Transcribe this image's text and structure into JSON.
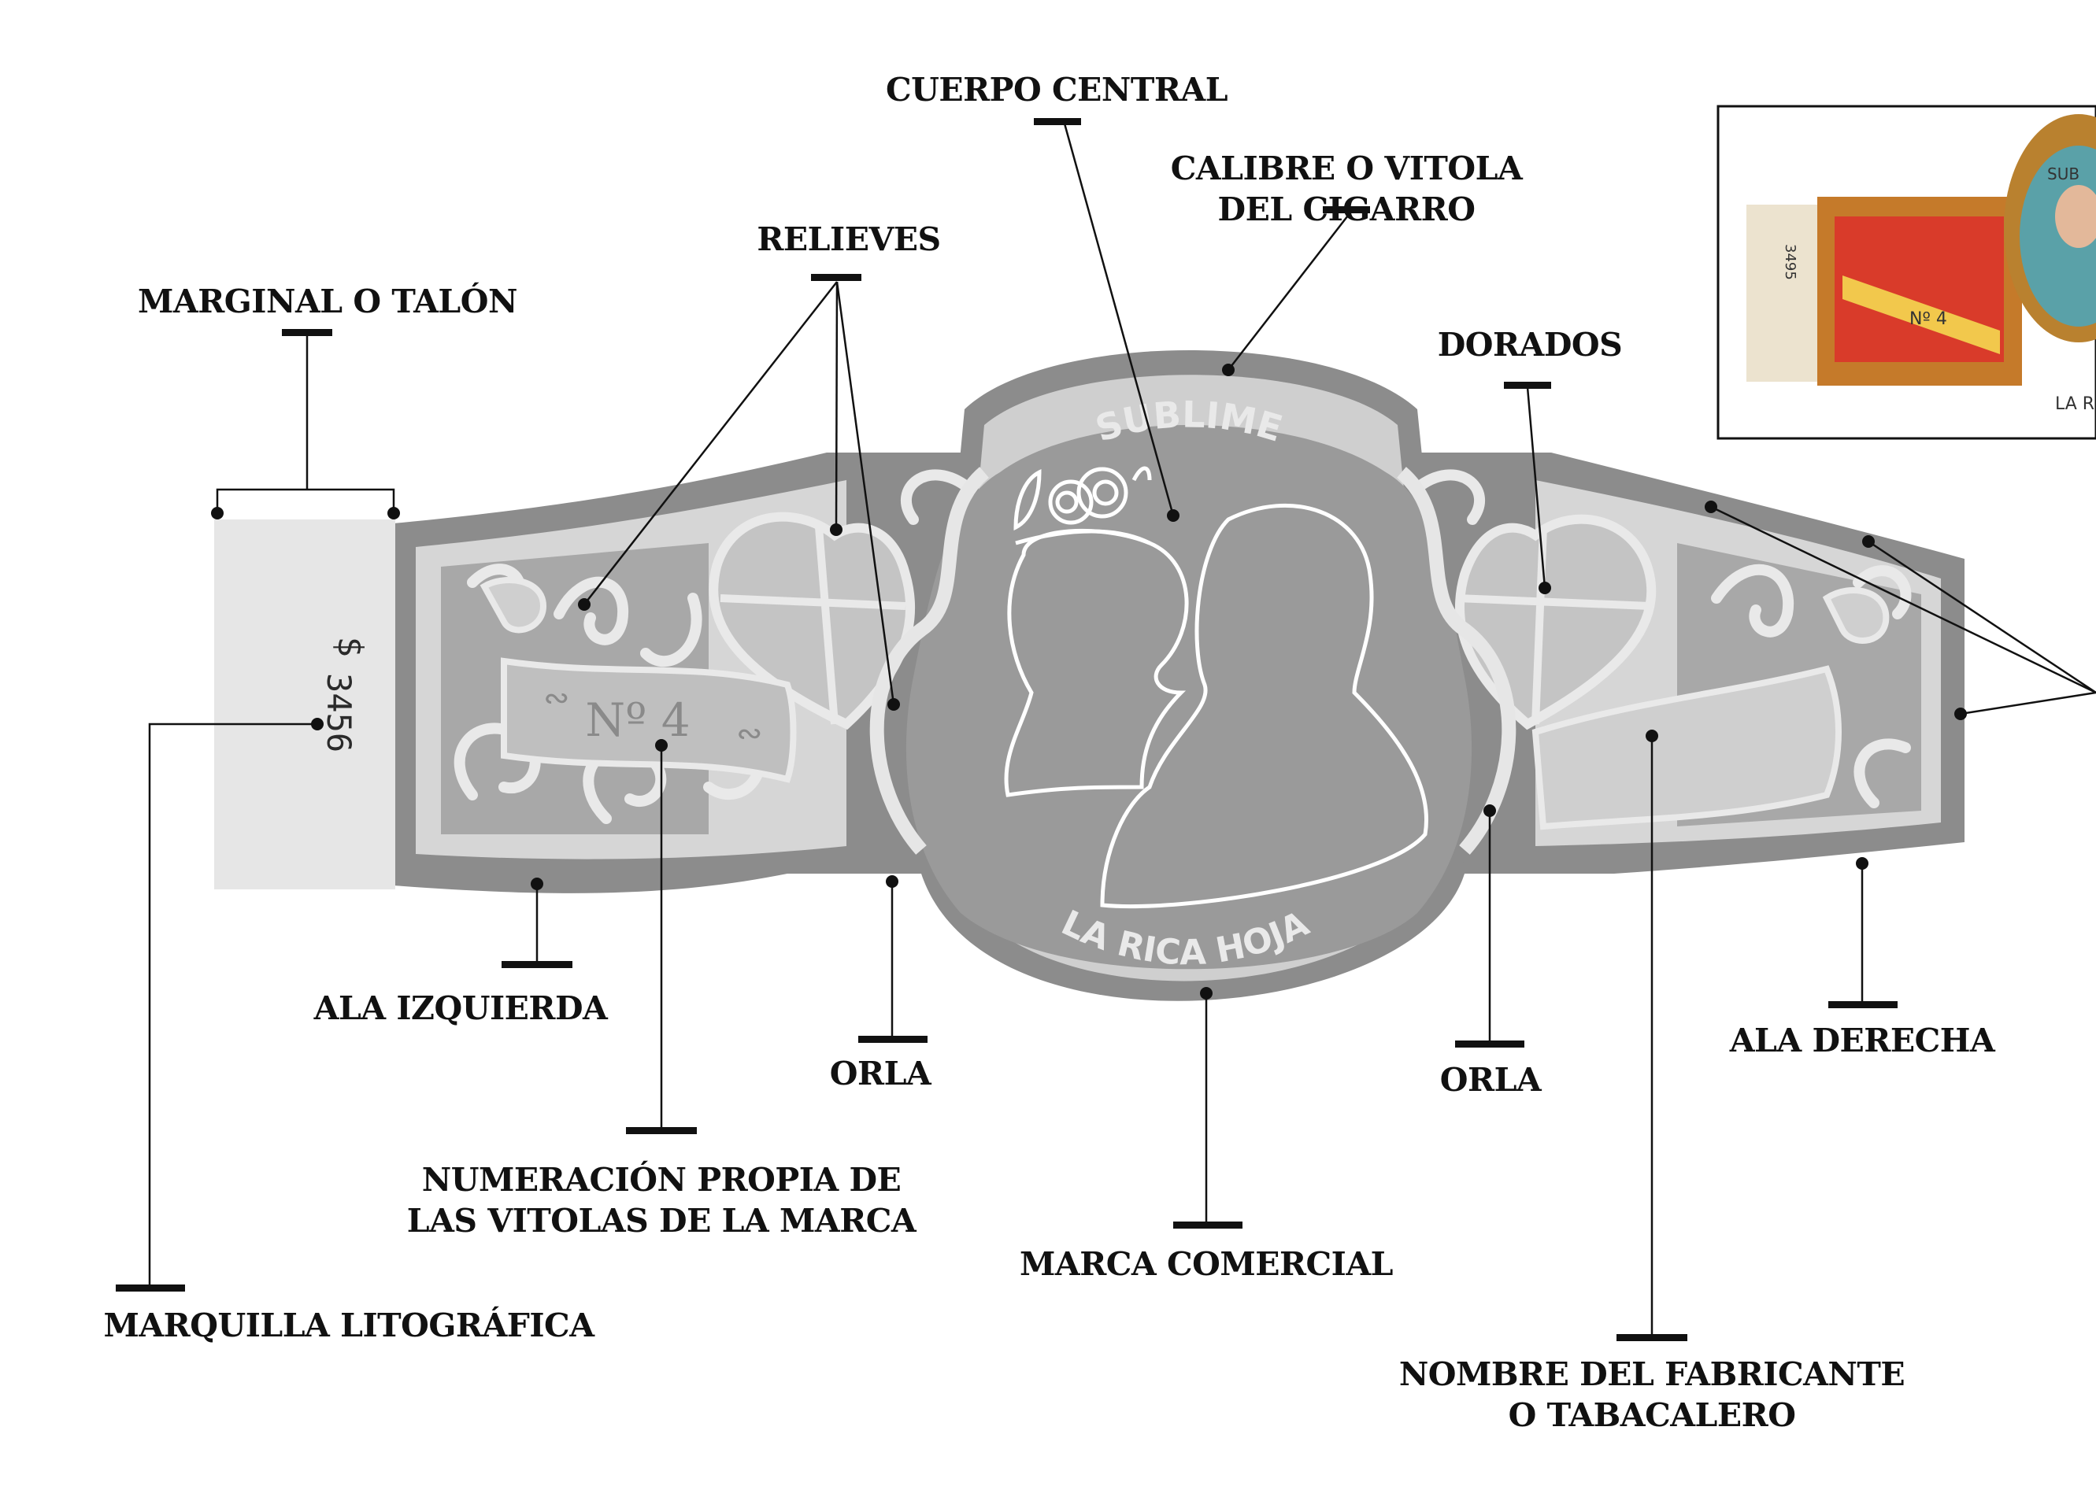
{
  "labels": {
    "cuerpo_central": "CUERPO CENTRAL",
    "calibre_1": "CALIBRE O VITOLA",
    "calibre_2": "DEL CIGARRO",
    "relieves": "RELIEVES",
    "marginal": "MARGINAL O TALÓN",
    "dorados": "DORADOS",
    "ala_izquierda": "ALA IZQUIERDA",
    "orla_left": "ORLA",
    "orla_right": "ORLA",
    "ala_derecha": "ALA DERECHA",
    "numeracion_1": "NUMERACIÓN PROPIA DE",
    "numeracion_2": "LAS VITOLAS DE LA MARCA",
    "marca_comercial": "MARCA COMERCIAL",
    "marquilla": "MARQUILLA LITOGRÁFICA",
    "fabricante_1": "NOMBRE DEL FABRICANTE",
    "fabricante_2": "O TABACALERO"
  },
  "band": {
    "top_text": "SUBLIME",
    "bottom_text": "LA RICA HOJA",
    "number_text": "Nº 4",
    "code_symbol": "$",
    "code_number": "3456"
  },
  "thumbnail": {
    "code_text": "3495",
    "number_text": "Nº 4",
    "top_text": "SUB",
    "bottom_text": "LA RI"
  },
  "colors": {
    "band_dark": "#8c8c8c",
    "band_mid": "#b4b4b4",
    "band_light": "#d6d6d6",
    "band_lighter": "#e6e6e6",
    "central_dark": "#9a9a9a",
    "ink": "#111111"
  }
}
